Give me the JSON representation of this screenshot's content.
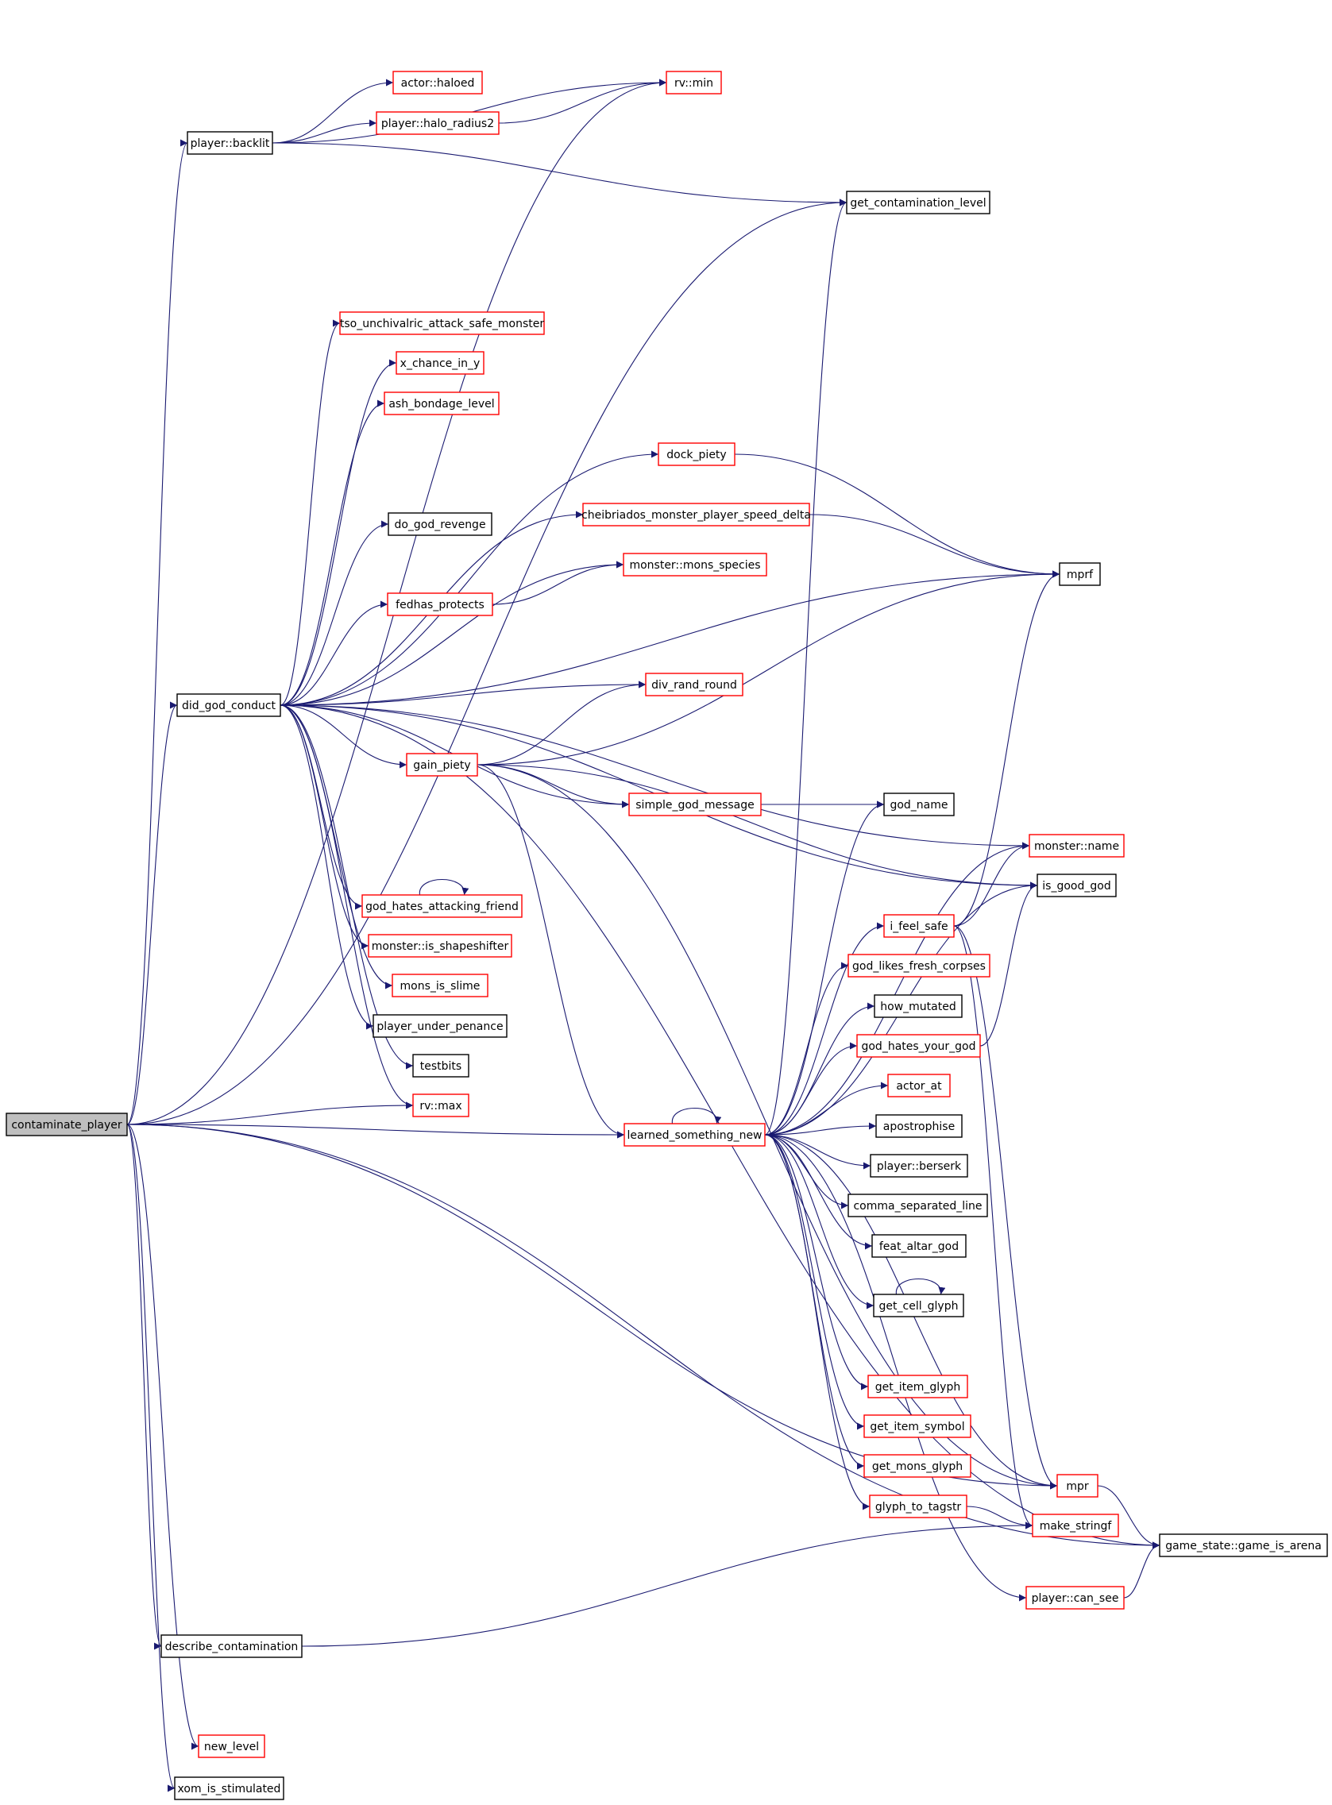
{
  "colors": {
    "edge": "#191970",
    "border_normal": "#000000",
    "border_truncated": "#ff0000",
    "root_fill": "#bfbfbf"
  },
  "nodes": [
    {
      "id": "contaminate_player",
      "label": "contaminate_player",
      "style": "root"
    },
    {
      "id": "player_backlit",
      "label": "player::backlit",
      "style": "normal"
    },
    {
      "id": "actor_haloed",
      "label": "actor::haloed",
      "style": "red"
    },
    {
      "id": "player_halo_radius2",
      "label": "player::halo_radius2",
      "style": "red"
    },
    {
      "id": "rv_min",
      "label": "rv::min",
      "style": "red"
    },
    {
      "id": "get_contamination_level",
      "label": "get_contamination_level",
      "style": "normal"
    },
    {
      "id": "did_god_conduct",
      "label": "did_god_conduct",
      "style": "normal"
    },
    {
      "id": "tso_unchivalric",
      "label": "tso_unchivalric_attack_safe_monster",
      "style": "red"
    },
    {
      "id": "x_chance_in_y",
      "label": "x_chance_in_y",
      "style": "red"
    },
    {
      "id": "ash_bondage_level",
      "label": "ash_bondage_level",
      "style": "red"
    },
    {
      "id": "dock_piety",
      "label": "dock_piety",
      "style": "red"
    },
    {
      "id": "cheibriados",
      "label": "cheibriados_monster_player_speed_delta",
      "style": "red"
    },
    {
      "id": "do_god_revenge",
      "label": "do_god_revenge",
      "style": "normal"
    },
    {
      "id": "monster_mons_species",
      "label": "monster::mons_species",
      "style": "red"
    },
    {
      "id": "fedhas_protects",
      "label": "fedhas_protects",
      "style": "red"
    },
    {
      "id": "mprf",
      "label": "mprf",
      "style": "normal"
    },
    {
      "id": "div_rand_round",
      "label": "div_rand_round",
      "style": "red"
    },
    {
      "id": "gain_piety",
      "label": "gain_piety",
      "style": "red"
    },
    {
      "id": "simple_god_message",
      "label": "simple_god_message",
      "style": "red"
    },
    {
      "id": "god_name",
      "label": "god_name",
      "style": "normal"
    },
    {
      "id": "monster_name",
      "label": "monster::name",
      "style": "red"
    },
    {
      "id": "is_good_god",
      "label": "is_good_god",
      "style": "normal"
    },
    {
      "id": "god_hates_attacking_friend",
      "label": "god_hates_attacking_friend",
      "style": "red"
    },
    {
      "id": "monster_is_shapeshifter",
      "label": "monster::is_shapeshifter",
      "style": "red"
    },
    {
      "id": "mons_is_slime",
      "label": "mons_is_slime",
      "style": "red"
    },
    {
      "id": "player_under_penance",
      "label": "player_under_penance",
      "style": "normal"
    },
    {
      "id": "testbits",
      "label": "testbits",
      "style": "normal"
    },
    {
      "id": "rv_max",
      "label": "rv::max",
      "style": "red"
    },
    {
      "id": "learned_something_new",
      "label": "learned_something_new",
      "style": "red"
    },
    {
      "id": "i_feel_safe",
      "label": "i_feel_safe",
      "style": "red"
    },
    {
      "id": "god_likes_fresh_corpses",
      "label": "god_likes_fresh_corpses",
      "style": "red"
    },
    {
      "id": "how_mutated",
      "label": "how_mutated",
      "style": "normal"
    },
    {
      "id": "god_hates_your_god",
      "label": "god_hates_your_god",
      "style": "red"
    },
    {
      "id": "actor_at",
      "label": "actor_at",
      "style": "red"
    },
    {
      "id": "apostrophise",
      "label": "apostrophise",
      "style": "normal"
    },
    {
      "id": "player_berserk",
      "label": "player::berserk",
      "style": "normal"
    },
    {
      "id": "comma_separated_line",
      "label": "comma_separated_line",
      "style": "normal"
    },
    {
      "id": "feat_altar_god",
      "label": "feat_altar_god",
      "style": "normal"
    },
    {
      "id": "get_cell_glyph",
      "label": "get_cell_glyph",
      "style": "normal"
    },
    {
      "id": "get_item_glyph",
      "label": "get_item_glyph",
      "style": "red"
    },
    {
      "id": "get_item_symbol",
      "label": "get_item_symbol",
      "style": "red"
    },
    {
      "id": "get_mons_glyph",
      "label": "get_mons_glyph",
      "style": "red"
    },
    {
      "id": "glyph_to_tagstr",
      "label": "glyph_to_tagstr",
      "style": "red"
    },
    {
      "id": "mpr",
      "label": "mpr",
      "style": "red"
    },
    {
      "id": "make_stringf",
      "label": "make_stringf",
      "style": "red"
    },
    {
      "id": "game_is_arena",
      "label": "game_state::game_is_arena",
      "style": "normal"
    },
    {
      "id": "player_can_see",
      "label": "player::can_see",
      "style": "red"
    },
    {
      "id": "describe_contamination",
      "label": "describe_contamination",
      "style": "normal"
    },
    {
      "id": "new_level",
      "label": "new_level",
      "style": "red"
    },
    {
      "id": "xom_is_stimulated",
      "label": "xom_is_stimulated",
      "style": "normal"
    }
  ],
  "edges": [
    [
      "contaminate_player",
      "player_backlit"
    ],
    [
      "contaminate_player",
      "rv_min"
    ],
    [
      "contaminate_player",
      "get_contamination_level"
    ],
    [
      "contaminate_player",
      "did_god_conduct"
    ],
    [
      "contaminate_player",
      "rv_max"
    ],
    [
      "contaminate_player",
      "learned_something_new"
    ],
    [
      "contaminate_player",
      "mpr"
    ],
    [
      "contaminate_player",
      "game_is_arena"
    ],
    [
      "contaminate_player",
      "describe_contamination"
    ],
    [
      "contaminate_player",
      "new_level"
    ],
    [
      "contaminate_player",
      "xom_is_stimulated"
    ],
    [
      "player_backlit",
      "actor_haloed"
    ],
    [
      "player_backlit",
      "player_halo_radius2"
    ],
    [
      "player_backlit",
      "rv_min"
    ],
    [
      "player_backlit",
      "get_contamination_level"
    ],
    [
      "player_halo_radius2",
      "rv_min"
    ],
    [
      "did_god_conduct",
      "tso_unchivalric"
    ],
    [
      "did_god_conduct",
      "x_chance_in_y"
    ],
    [
      "did_god_conduct",
      "ash_bondage_level"
    ],
    [
      "did_god_conduct",
      "dock_piety"
    ],
    [
      "did_god_conduct",
      "cheibriados"
    ],
    [
      "did_god_conduct",
      "do_god_revenge"
    ],
    [
      "did_god_conduct",
      "monster_mons_species"
    ],
    [
      "did_god_conduct",
      "fedhas_protects"
    ],
    [
      "did_god_conduct",
      "mprf"
    ],
    [
      "did_god_conduct",
      "div_rand_round"
    ],
    [
      "did_god_conduct",
      "gain_piety"
    ],
    [
      "did_god_conduct",
      "simple_god_message"
    ],
    [
      "did_god_conduct",
      "monster_name"
    ],
    [
      "did_god_conduct",
      "is_good_god"
    ],
    [
      "did_god_conduct",
      "god_hates_attacking_friend"
    ],
    [
      "did_god_conduct",
      "monster_is_shapeshifter"
    ],
    [
      "did_god_conduct",
      "mons_is_slime"
    ],
    [
      "did_god_conduct",
      "player_under_penance"
    ],
    [
      "did_god_conduct",
      "testbits"
    ],
    [
      "did_god_conduct",
      "rv_max"
    ],
    [
      "did_god_conduct",
      "game_is_arena"
    ],
    [
      "dock_piety",
      "mprf"
    ],
    [
      "cheibriados",
      "mprf"
    ],
    [
      "fedhas_protects",
      "monster_mons_species"
    ],
    [
      "gain_piety",
      "div_rand_round"
    ],
    [
      "gain_piety",
      "mprf"
    ],
    [
      "gain_piety",
      "simple_god_message"
    ],
    [
      "gain_piety",
      "is_good_god"
    ],
    [
      "gain_piety",
      "learned_something_new"
    ],
    [
      "gain_piety",
      "mpr"
    ],
    [
      "simple_god_message",
      "god_name"
    ],
    [
      "god_hates_attacking_friend",
      "god_hates_attacking_friend"
    ],
    [
      "learned_something_new",
      "learned_something_new"
    ],
    [
      "learned_something_new",
      "get_contamination_level"
    ],
    [
      "learned_something_new",
      "god_name"
    ],
    [
      "learned_something_new",
      "monster_name"
    ],
    [
      "learned_something_new",
      "is_good_god"
    ],
    [
      "learned_something_new",
      "i_feel_safe"
    ],
    [
      "learned_something_new",
      "god_likes_fresh_corpses"
    ],
    [
      "learned_something_new",
      "how_mutated"
    ],
    [
      "learned_something_new",
      "god_hates_your_god"
    ],
    [
      "learned_something_new",
      "actor_at"
    ],
    [
      "learned_something_new",
      "apostrophise"
    ],
    [
      "learned_something_new",
      "player_berserk"
    ],
    [
      "learned_something_new",
      "comma_separated_line"
    ],
    [
      "learned_something_new",
      "feat_altar_god"
    ],
    [
      "learned_something_new",
      "get_cell_glyph"
    ],
    [
      "learned_something_new",
      "get_item_glyph"
    ],
    [
      "learned_something_new",
      "get_item_symbol"
    ],
    [
      "learned_something_new",
      "get_mons_glyph"
    ],
    [
      "learned_something_new",
      "glyph_to_tagstr"
    ],
    [
      "learned_something_new",
      "mpr"
    ],
    [
      "learned_something_new",
      "player_can_see"
    ],
    [
      "i_feel_safe",
      "mprf"
    ],
    [
      "i_feel_safe",
      "monster_name"
    ],
    [
      "i_feel_safe",
      "mpr"
    ],
    [
      "i_feel_safe",
      "make_stringf"
    ],
    [
      "god_hates_your_god",
      "is_good_god"
    ],
    [
      "get_cell_glyph",
      "get_cell_glyph"
    ],
    [
      "glyph_to_tagstr",
      "make_stringf"
    ],
    [
      "mpr",
      "game_is_arena"
    ],
    [
      "player_can_see",
      "game_is_arena"
    ],
    [
      "describe_contamination",
      "make_stringf"
    ]
  ]
}
